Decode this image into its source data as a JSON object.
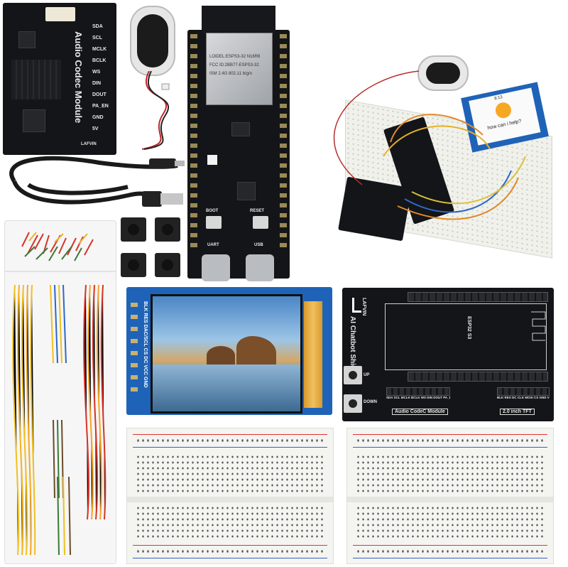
{
  "codec": {
    "title": "Audio Codec Module",
    "pins": [
      "SDA",
      "SCL",
      "MCLK",
      "BCLK",
      "WS",
      "DIN",
      "DOUT",
      "PA_EN",
      "GND",
      "5V"
    ],
    "brand": "LAFVIN"
  },
  "esp": {
    "label1": "LOIDEL:ESPS3-32   N16R8",
    "label2": "FCC ID:2BB77-ESPS3-32",
    "label3": "ISM 2.4G 802.11 b/g/n",
    "boot": "BOOT",
    "reset": "RESET",
    "uart": "UART",
    "usb": "USB"
  },
  "assembled": {
    "screen_text": "how can i help?",
    "screen_top": "8:13"
  },
  "tft": {
    "pins_label": "BLK RES DAC/SCL CS DC VCC GND"
  },
  "shield": {
    "title": "AI Chatbot Shield",
    "esp_label": "ESP32 S3",
    "brand": "LAFVIN",
    "up": "UP",
    "down": "DOWN",
    "codec_pins": "SDA SCL MCLK BCLK WS DIN DOUT PA_EN GND VCC",
    "tft_pins": "BLK RES DC CLK MOSI CS GND VCC",
    "codec_label": "Audio CodeC Module",
    "tft_label": "2.0 inch TFT"
  },
  "colors": {
    "pcb_black": "#141518",
    "tft_blue": "#1f63b8",
    "breadboard": "#f4f4f0"
  }
}
